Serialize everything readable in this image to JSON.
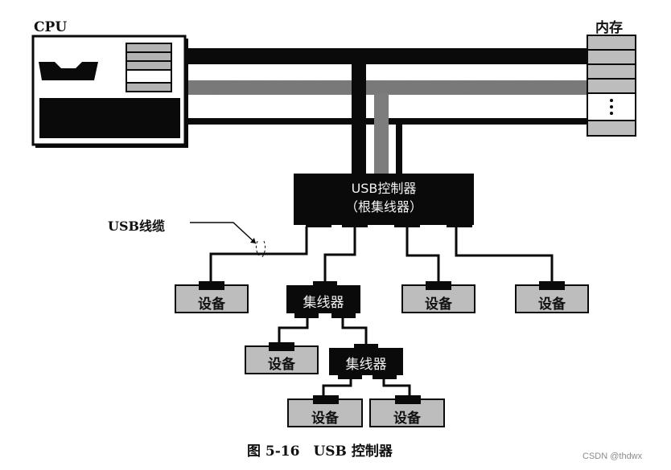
{
  "diagram": {
    "cpu": {
      "label": "CPU"
    },
    "memory": {
      "label": "内存",
      "ellipsis": "⋮"
    },
    "controller": {
      "line1": "USB控制器",
      "line2": "（根集线器）"
    },
    "cable_label": "USB线缆",
    "hub_label": "集线器",
    "device_label": "设备",
    "caption": "图 5-16　USB 控制器",
    "watermark": "CSDN @thdwx",
    "colors": {
      "black": "#0a0a0a",
      "gray_bus": "#7d7d7d",
      "device_fill": "#bdbdbd",
      "register_fill": "#b3b3b3"
    }
  }
}
